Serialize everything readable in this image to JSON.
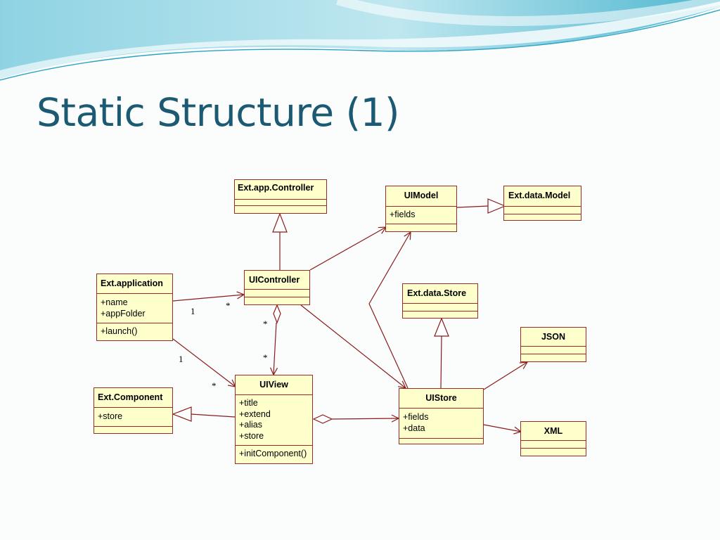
{
  "slide": {
    "title": "Static Structure (1)"
  },
  "colors": {
    "title": "#1b5a72",
    "class_fill": "#ffffcc",
    "class_border": "#9b2a2a",
    "connector": "#8b1a1a"
  },
  "classes": {
    "ext_app_controller": {
      "name": "Ext.app.Controller",
      "attributes": [],
      "operations": []
    },
    "ui_model": {
      "name": "UIModel",
      "attributes": [
        "+fields"
      ],
      "operations": []
    },
    "ext_data_model": {
      "name": "Ext.data.Model",
      "attributes": [],
      "operations": []
    },
    "ext_application": {
      "name": "Ext.application",
      "attributes": [
        "+name",
        "+appFolder"
      ],
      "operations": [
        "+launch()"
      ]
    },
    "ui_controller": {
      "name": "UIController",
      "attributes": [],
      "operations": []
    },
    "ext_data_store": {
      "name": "Ext.data.Store",
      "attributes": [],
      "operations": []
    },
    "json": {
      "name": "JSON",
      "attributes": [],
      "operations": []
    },
    "ext_component": {
      "name": "Ext.Component",
      "attributes": [
        "+store"
      ],
      "operations": []
    },
    "ui_view": {
      "name": "UIView",
      "attributes": [
        "+title",
        "+extend",
        "+alias",
        "+store"
      ],
      "operations": [
        "+initComponent()"
      ]
    },
    "ui_store": {
      "name": "UIStore",
      "attributes": [
        "+fields",
        "+data"
      ],
      "operations": []
    },
    "xml": {
      "name": "XML",
      "attributes": [],
      "operations": []
    }
  },
  "multiplicities": {
    "app_to_controller_source": "1",
    "app_to_controller_target": "*",
    "controller_to_view_source": "*",
    "controller_to_view_target": "*",
    "app_to_view_source": "1",
    "app_to_view_target": "*"
  }
}
